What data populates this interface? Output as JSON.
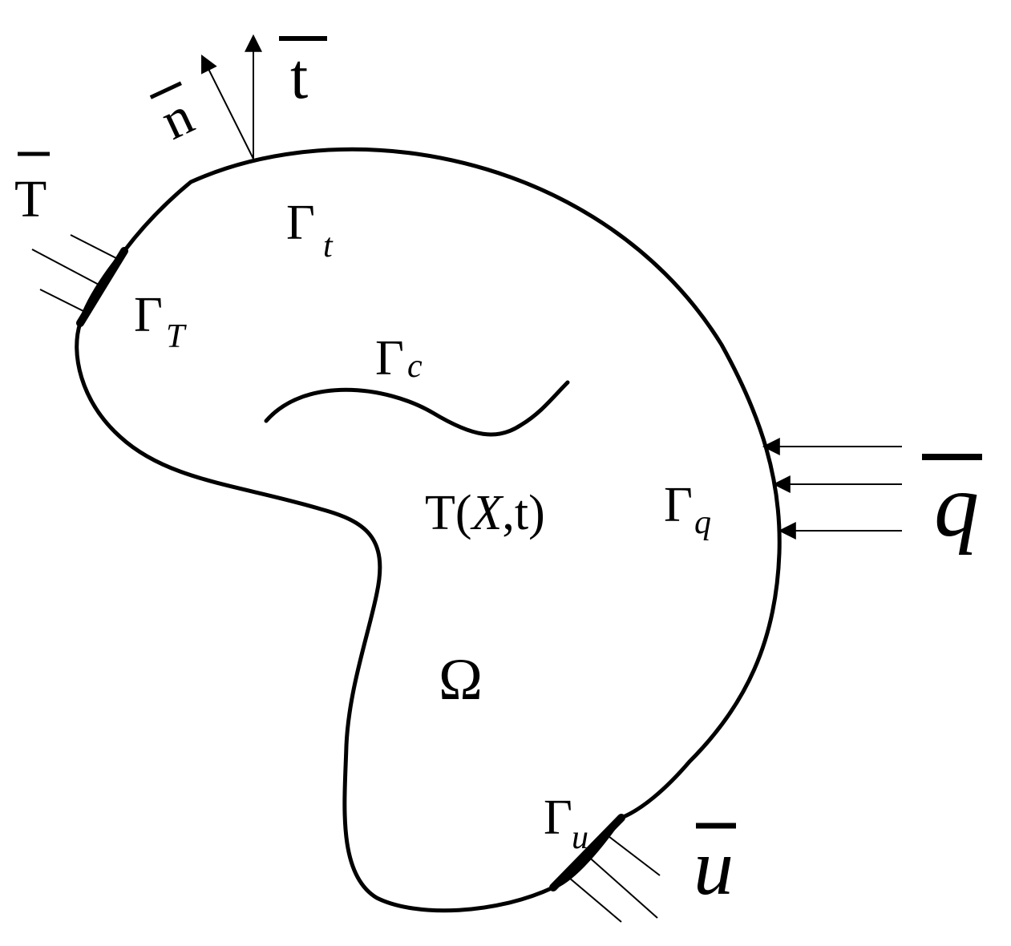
{
  "diagram": {
    "colors": {
      "ink": "#000000",
      "background": "#ffffff"
    },
    "labels": {
      "normal_vector": "n",
      "traction_vector": "t",
      "temperature_bc": "T",
      "flux_bc": "q",
      "displacement_bc": "u",
      "boundary_t": {
        "main": "Γ",
        "sub": "t"
      },
      "boundary_T": {
        "main": "Γ",
        "sub": "T"
      },
      "boundary_c": {
        "main": "Γ",
        "sub": "c"
      },
      "boundary_q": {
        "main": "Γ",
        "sub": "q"
      },
      "boundary_u": {
        "main": "Γ",
        "sub": "u"
      },
      "field": {
        "prefix": "T(",
        "var": "X",
        "suffix": ",t)"
      },
      "domain": "Ω"
    }
  }
}
